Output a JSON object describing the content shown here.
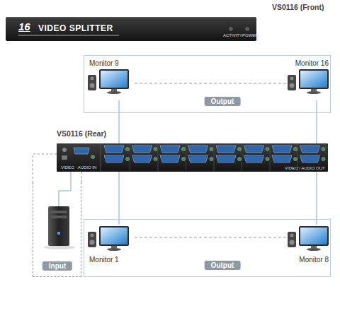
{
  "diagram": {
    "nodes": [
      {
        "text": [
          "VS0116 (Front)",
          "16",
          "VIDEO SPLITTER",
          "ACTIVITY",
          "POWER"
        ]
      },
      {
        "text": [
          "Output"
        ]
      },
      {
        "text": [
          "Monitor 9"
        ],
        "in": 1
      },
      {
        "text": [
          "Monitor 16"
        ],
        "in": 1
      },
      {
        "text": [
          "VS0116 (Rear)",
          "VIDEO · AUDIO IN",
          "VIDEO / AUDIO OUT"
        ]
      },
      {
        "text": [
          "Input"
        ]
      },
      {
        "text": [
          "Output"
        ]
      },
      {
        "text": [
          "Monitor 1"
        ],
        "in": 6
      },
      {
        "text": [
          "Monitor 8"
        ],
        "in": 6
      }
    ],
    "edges": [
      {
        "from": 2,
        "to": 3,
        "arrow": "none"
      },
      {
        "from": 2,
        "to": 4,
        "arrow": "none"
      },
      {
        "from": 3,
        "to": 4,
        "arrow": "none"
      },
      {
        "from": 4,
        "to": 5,
        "arrow": "none"
      },
      {
        "from": 4,
        "to": 7,
        "arrow": "none"
      },
      {
        "from": 4,
        "to": 8,
        "arrow": "none"
      },
      {
        "from": 7,
        "to": 8,
        "arrow": "none"
      }
    ]
  }
}
